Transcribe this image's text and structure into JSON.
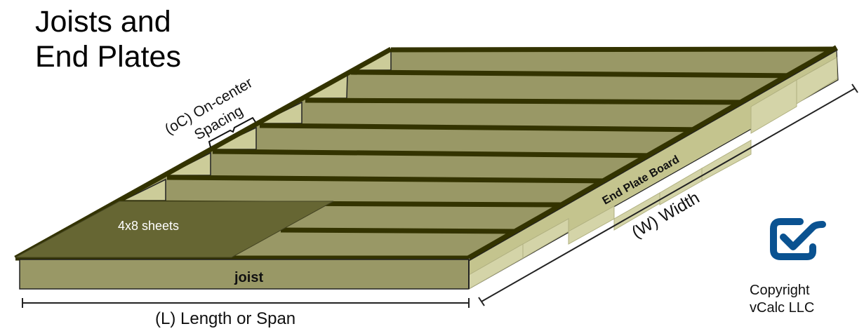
{
  "title": {
    "line1": "Joists and",
    "line2": "End Plates"
  },
  "labels": {
    "oc_spacing_line1": "(oC) On-center",
    "oc_spacing_line2": "Spacing",
    "sheets": "4x8 sheets",
    "joist": "joist",
    "end_plate": "End Plate Board",
    "length": "(L) Length or Span",
    "width": "(W) Width"
  },
  "copyright": {
    "line1": "Copyright",
    "line2": "vCalc LLC"
  },
  "icons": {
    "logo": "checkbox-check-icon"
  },
  "colors": {
    "joist_top": "#999866",
    "joist_dark": "#333300",
    "end_plate_light": "#d4d4a8",
    "end_plate_mid": "#c4c48e",
    "sheet": "#666633",
    "gap_fill": "#cccc99",
    "logo_blue": "#0a5291"
  }
}
